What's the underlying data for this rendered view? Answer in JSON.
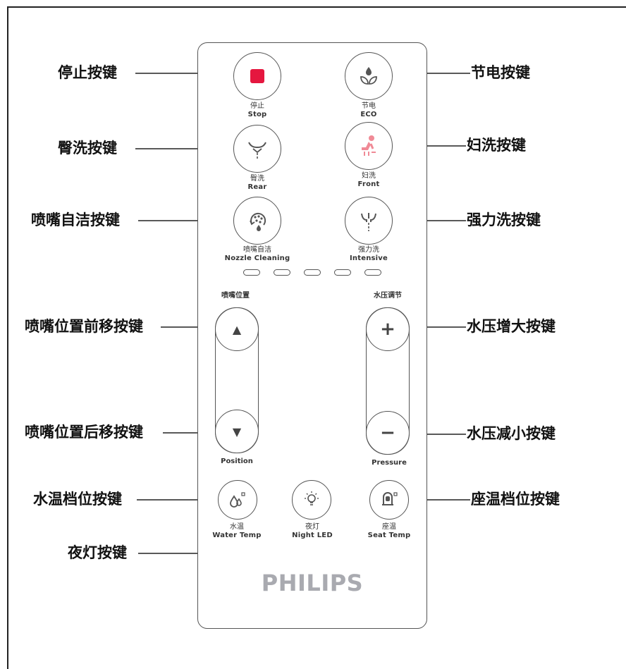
{
  "remote": {
    "brand": "PHILIPS",
    "buttons": {
      "stop": {
        "cn": "停止",
        "en": "Stop"
      },
      "eco": {
        "cn": "节电",
        "en": "ECO"
      },
      "rear": {
        "cn": "臀洗",
        "en": "Rear"
      },
      "front": {
        "cn": "妇洗",
        "en": "Front"
      },
      "nozzle_cleaning": {
        "cn": "喷嘴自洁",
        "en": "Nozzle Cleaning"
      },
      "intensive": {
        "cn": "强力洗",
        "en": "Intensive"
      },
      "position_up": {
        "symbol": "▲"
      },
      "position_down": {
        "symbol": "▼"
      },
      "pressure_up": {
        "symbol": "+"
      },
      "pressure_down": {
        "symbol": "−"
      },
      "water_temp": {
        "cn": "水温",
        "en": "Water Temp"
      },
      "night_led": {
        "cn": "夜灯",
        "en": "Night LED"
      },
      "seat_temp": {
        "cn": "座温",
        "en": "Seat Temp"
      }
    },
    "group_labels": {
      "position_cn": "喷嘴位置",
      "position_en": "Position",
      "pressure_cn": "水压调节",
      "pressure_en": "Pressure"
    },
    "indicator_count": 5
  },
  "callouts": {
    "stop": "停止按键",
    "eco": "节电按键",
    "rear": "臀洗按键",
    "front": "妇洗按键",
    "nozzle_cleaning": "喷嘴自洁按键",
    "intensive": "强力洗按键",
    "position_forward": "喷嘴位置前移按键",
    "position_backward": "喷嘴位置后移按键",
    "pressure_increase": "水压增大按键",
    "pressure_decrease": "水压减小按键",
    "water_temp": "水温档位按键",
    "seat_temp": "座温档位按键",
    "night_light": "夜灯按键"
  },
  "colors": {
    "stop_red": "#e5173f",
    "front_pink": "#f08a96",
    "outline": "#555555",
    "logo_gray": "#a9aab0"
  },
  "icons": {
    "stop": "stop-square-icon",
    "eco": "leaf-droplet-icon",
    "rear": "rear-wash-icon",
    "front": "front-wash-icon",
    "nozzle_cleaning": "nozzle-clean-icon",
    "intensive": "intensive-wash-icon",
    "water_temp": "water-temp-icon",
    "night_led": "night-light-icon",
    "seat_temp": "seat-temp-icon"
  }
}
